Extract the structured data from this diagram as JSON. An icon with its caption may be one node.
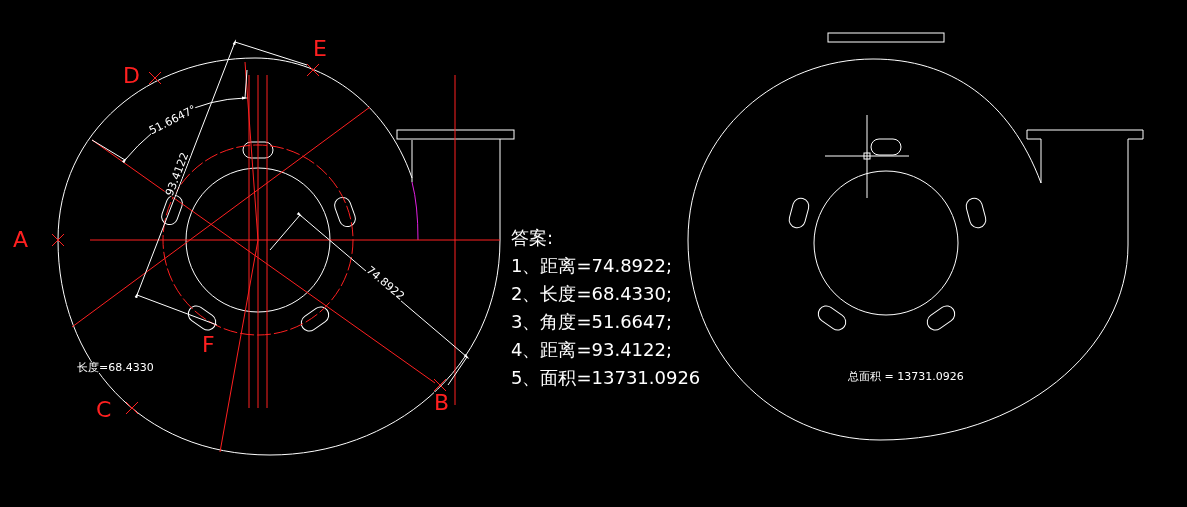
{
  "diagram": {
    "labels": [
      "E",
      "D",
      "51.6647°",
      "93.4122",
      "A",
      "答案:",
      "1、距离=74.8922;",
      "2、长度=68.4330;",
      "3、角度=51.6647;",
      "4、距离=93.4122;",
      "5、面积=13731.0926",
      "74.8922",
      "F",
      "长度=68.4330",
      "C",
      "B",
      "总面积 = 13731.0926"
    ]
  }
}
